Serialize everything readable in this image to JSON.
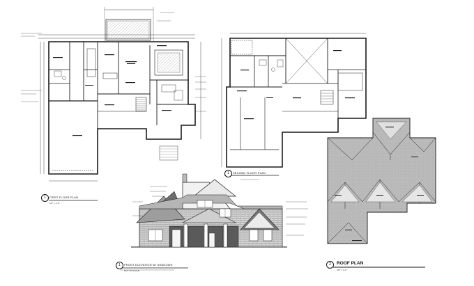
{
  "drawings": {
    "first_floor": {
      "number": "1",
      "title": "FIRST FLOOR PLAN",
      "scale": "1/8\" = 1'-0\""
    },
    "second_floor": {
      "number": "1",
      "title": "SECOND FLOOR PLAN"
    },
    "elevation": {
      "number": "1",
      "title": "FRONT ELEVATION W/ SHADOWS",
      "scale": "NOT TO SCALE"
    },
    "roof": {
      "number": "2",
      "title": "ROOF PLAN",
      "scale": "1/8\" = 1'-0\""
    }
  },
  "colors": {
    "line": "#1a1a1a",
    "hatch": "#8a8a8a",
    "roof_fill": "#bdbdbd",
    "shadow": "#555555"
  }
}
